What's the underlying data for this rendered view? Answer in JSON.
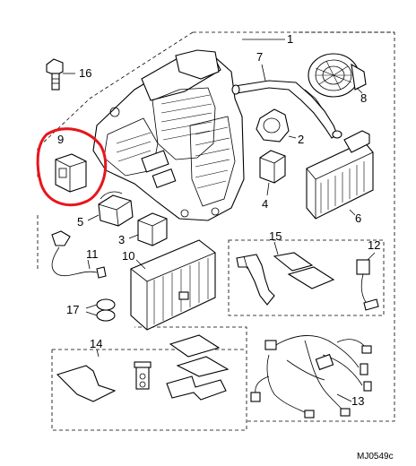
{
  "diagram": {
    "reference_code": "MJ0549c",
    "highlight_color": "#e8141c",
    "callouts": [
      "1",
      "2",
      "3",
      "4",
      "5",
      "6",
      "7",
      "8",
      "9",
      "10",
      "11",
      "12",
      "13",
      "14",
      "15",
      "16",
      "17"
    ]
  }
}
